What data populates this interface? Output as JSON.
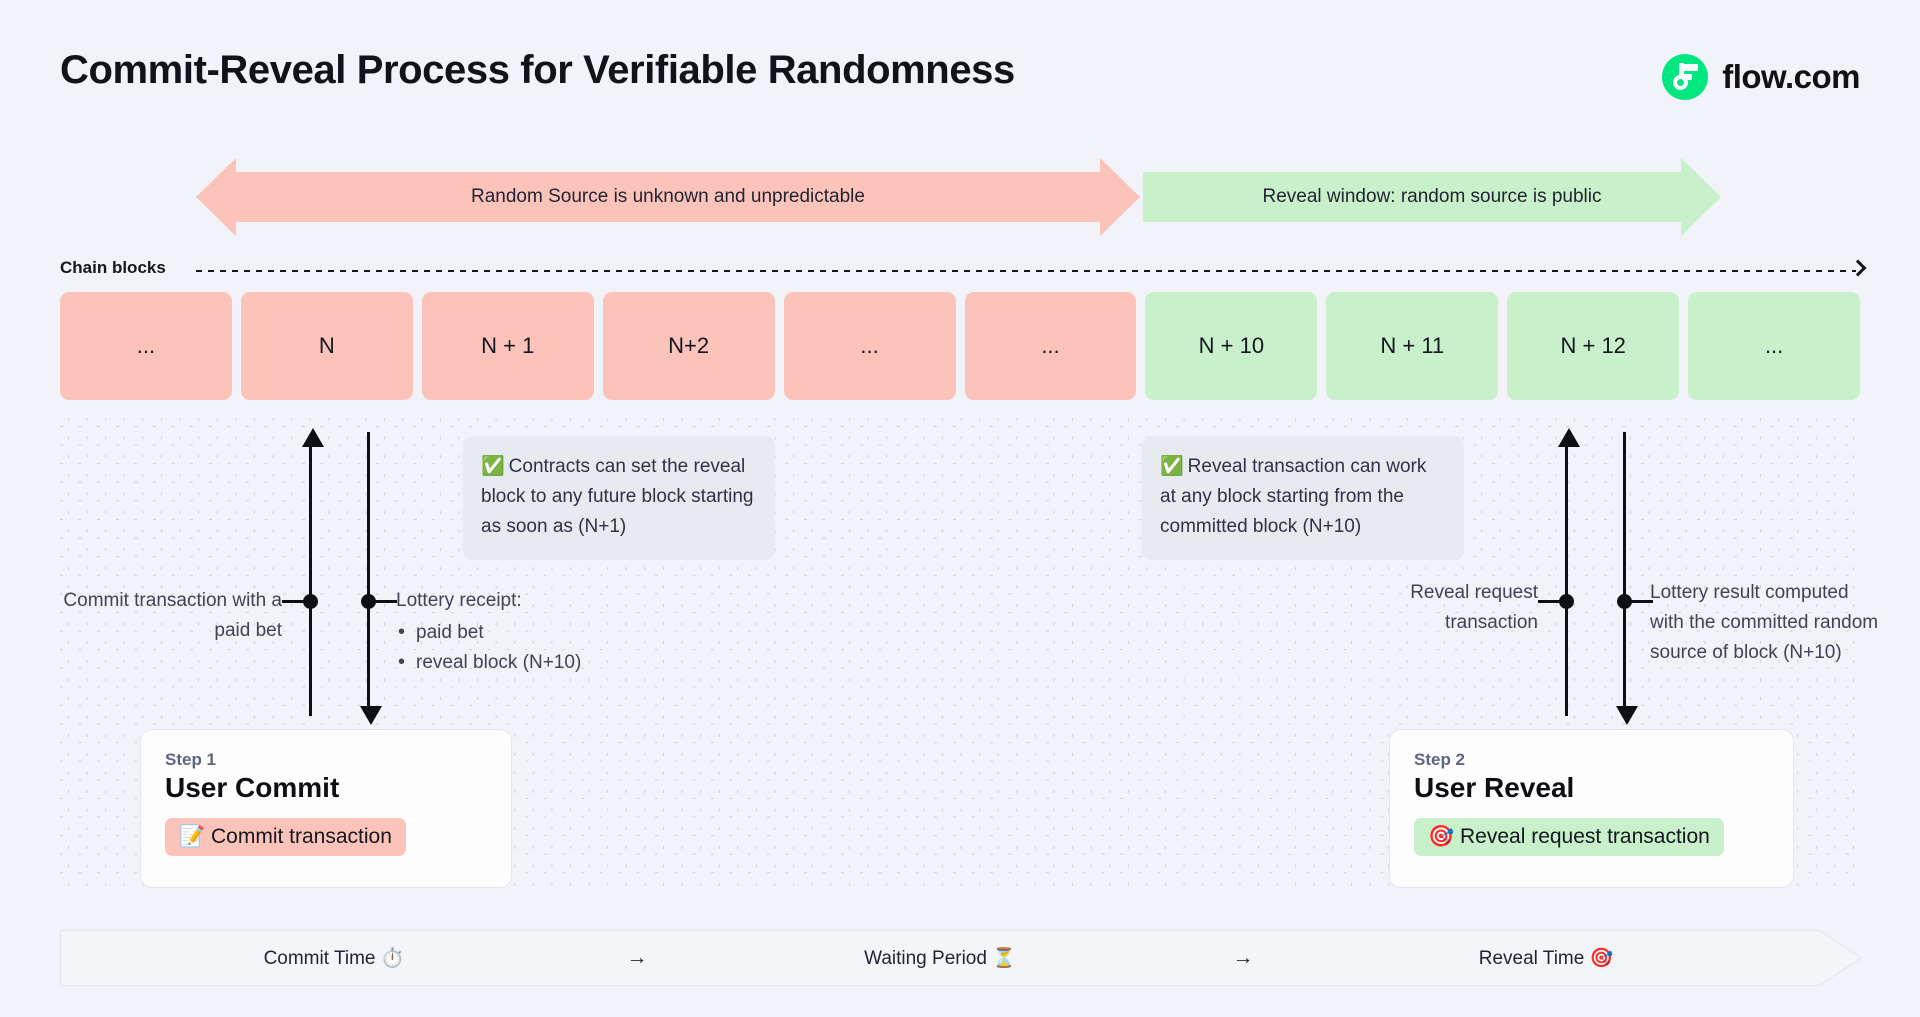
{
  "header": {
    "title": "Commit-Reveal Process for Verifiable Randomness",
    "brand_name": "flow.com",
    "brand_color": "#00e77f"
  },
  "banners": {
    "left": {
      "text": "Random Source is unknown and unpredictable",
      "color": "#fcc3bb",
      "direction": "both"
    },
    "right": {
      "text": "Reveal window: random source is public",
      "color": "#c8f0ca",
      "direction": "right"
    }
  },
  "chain": {
    "label": "Chain blocks",
    "blocks": [
      {
        "label": "...",
        "state": "pink"
      },
      {
        "label": "N",
        "state": "pink"
      },
      {
        "label": "N + 1",
        "state": "pink"
      },
      {
        "label": "N+2",
        "state": "pink"
      },
      {
        "label": "...",
        "state": "pink"
      },
      {
        "label": "...",
        "state": "pink"
      },
      {
        "label": "N + 10",
        "state": "green"
      },
      {
        "label": "N + 11",
        "state": "green"
      },
      {
        "label": "N + 12",
        "state": "green"
      },
      {
        "label": "...",
        "state": "green"
      }
    ]
  },
  "callouts": {
    "commit": {
      "icon": "white-check-mark-icon",
      "icon_glyph": "✅",
      "text": "Contracts can set the reveal block to any future block starting as soon as (N+1)"
    },
    "reveal": {
      "icon": "white-check-mark-icon",
      "icon_glyph": "✅",
      "text": "Reveal transaction can work at any block starting from the committed block (N+10)"
    }
  },
  "annotations": {
    "commit_tx": "Commit transaction with a paid bet",
    "lottery_receipt_title": "Lottery receipt:",
    "lottery_receipt_items": [
      "paid bet",
      "reveal block (N+10)"
    ],
    "reveal_request": "Reveal request transaction",
    "lottery_result": "Lottery result computed with the committed random source of block (N+10)"
  },
  "steps": [
    {
      "kicker": "Step 1",
      "title": "User Commit",
      "pill_label": "Commit transaction",
      "pill_icon": "memo-icon",
      "pill_icon_glyph": "📝",
      "pill_color": "#fcc3bb"
    },
    {
      "kicker": "Step 2",
      "title": "User Reveal",
      "pill_label": "Reveal request transaction",
      "pill_icon": "direct-hit-icon",
      "pill_icon_glyph": "🎯",
      "pill_color": "#c8f0ca"
    }
  ],
  "timeline": {
    "phases": [
      {
        "label": "Commit Time",
        "icon_glyph": "⏱️",
        "icon": "stopwatch-icon"
      },
      {
        "label": "Waiting Period",
        "icon_glyph": "⏳",
        "icon": "hourglass-icon"
      },
      {
        "label": "Reveal Time",
        "icon_glyph": "🎯",
        "icon": "direct-hit-icon"
      }
    ],
    "separator": "→"
  }
}
